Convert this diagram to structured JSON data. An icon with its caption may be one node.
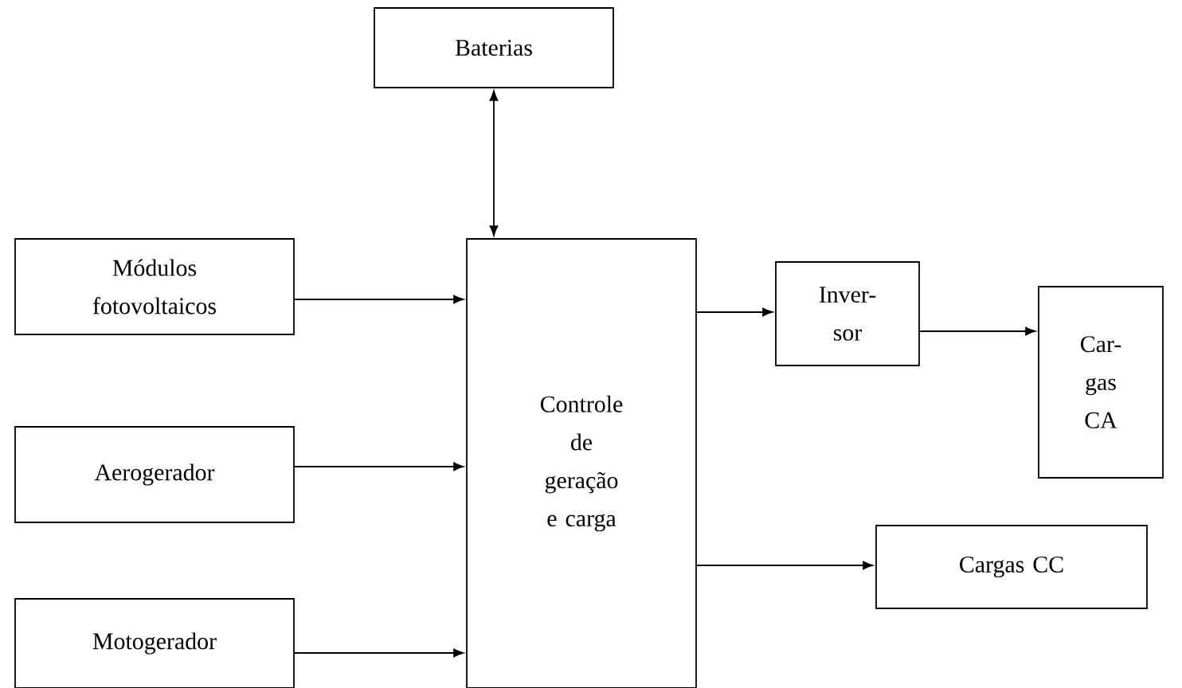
{
  "diagram": {
    "nodes": [
      {
        "text": [
          "Baterias"
        ]
      },
      {
        "text": [
          "Módulos fotovoltaicos"
        ]
      },
      {
        "text": [
          "Aerogerador"
        ]
      },
      {
        "text": [
          "Motogerador"
        ]
      },
      {
        "text": [
          "Controle de geração e carga"
        ]
      },
      {
        "text": [
          "Inver- sor"
        ]
      },
      {
        "text": [
          "Car- gas CA"
        ]
      },
      {
        "text": [
          "Cargas CC"
        ]
      }
    ],
    "edges": [
      {
        "from": 0,
        "to": 4,
        "arrow": "both"
      },
      {
        "from": 1,
        "to": 4,
        "arrow": "to"
      },
      {
        "from": 2,
        "to": 4,
        "arrow": "to"
      },
      {
        "from": 3,
        "to": 4,
        "arrow": "to"
      },
      {
        "from": 4,
        "to": 5,
        "arrow": "to"
      },
      {
        "from": 5,
        "to": 6,
        "arrow": "to"
      },
      {
        "from": 4,
        "to": 7,
        "arrow": "to"
      }
    ]
  }
}
